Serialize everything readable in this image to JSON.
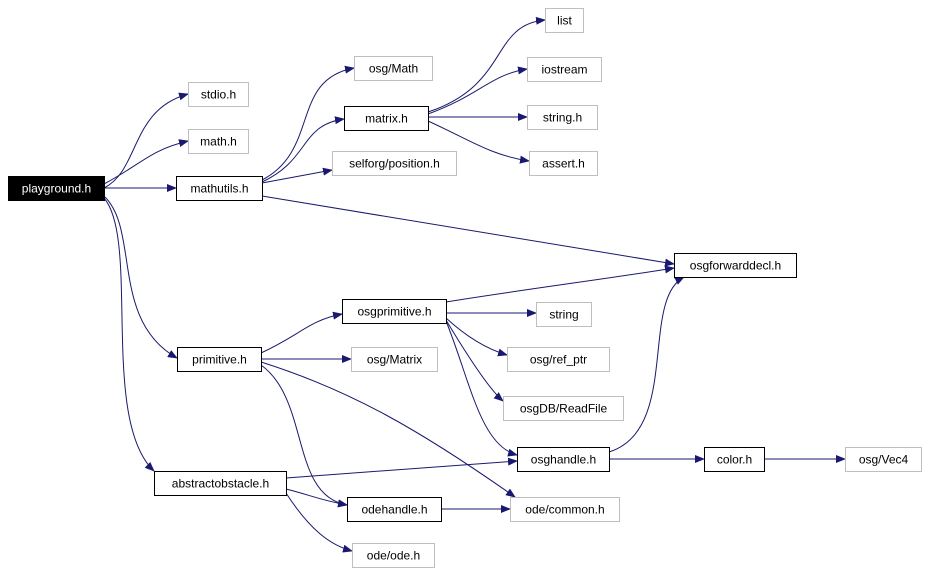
{
  "graph": {
    "colors": {
      "edge": "#191970",
      "node_border": "#000000",
      "external_border": "#bfbfbf",
      "root_fill": "#000000",
      "root_text": "#ffffff",
      "text": "#000000",
      "background": "#ffffff"
    },
    "nodes": [
      {
        "id": "playground",
        "label": "playground.h",
        "kind": "root"
      },
      {
        "id": "stdio",
        "label": "stdio.h",
        "kind": "external"
      },
      {
        "id": "math",
        "label": "math.h",
        "kind": "external"
      },
      {
        "id": "mathutils",
        "label": "mathutils.h",
        "kind": "local"
      },
      {
        "id": "osgMath",
        "label": "osg/Math",
        "kind": "external"
      },
      {
        "id": "matrix",
        "label": "matrix.h",
        "kind": "local"
      },
      {
        "id": "selforgPosition",
        "label": "selforg/position.h",
        "kind": "external"
      },
      {
        "id": "list",
        "label": "list",
        "kind": "external"
      },
      {
        "id": "iostream",
        "label": "iostream",
        "kind": "external"
      },
      {
        "id": "stringh",
        "label": "string.h",
        "kind": "external"
      },
      {
        "id": "assert",
        "label": "assert.h",
        "kind": "external"
      },
      {
        "id": "osgforwarddecl",
        "label": "osgforwarddecl.h",
        "kind": "local"
      },
      {
        "id": "osgprimitive",
        "label": "osgprimitive.h",
        "kind": "local"
      },
      {
        "id": "string",
        "label": "string",
        "kind": "external"
      },
      {
        "id": "osgRefPtr",
        "label": "osg/ref_ptr",
        "kind": "external"
      },
      {
        "id": "osgDBReadFile",
        "label": "osgDB/ReadFile",
        "kind": "external"
      },
      {
        "id": "primitive",
        "label": "primitive.h",
        "kind": "local"
      },
      {
        "id": "osgMatrix",
        "label": "osg/Matrix",
        "kind": "external"
      },
      {
        "id": "osghandle",
        "label": "osghandle.h",
        "kind": "local"
      },
      {
        "id": "color",
        "label": "color.h",
        "kind": "local"
      },
      {
        "id": "osgVec4",
        "label": "osg/Vec4",
        "kind": "external"
      },
      {
        "id": "abstractobstacle",
        "label": "abstractobstacle.h",
        "kind": "local"
      },
      {
        "id": "odehandle",
        "label": "odehandle.h",
        "kind": "local"
      },
      {
        "id": "odeCommon",
        "label": "ode/common.h",
        "kind": "external"
      },
      {
        "id": "odeOde",
        "label": "ode/ode.h",
        "kind": "external"
      }
    ],
    "edges": [
      {
        "from": "playground",
        "to": "stdio"
      },
      {
        "from": "playground",
        "to": "math"
      },
      {
        "from": "playground",
        "to": "mathutils"
      },
      {
        "from": "playground",
        "to": "primitive"
      },
      {
        "from": "playground",
        "to": "abstractobstacle"
      },
      {
        "from": "mathutils",
        "to": "osgMath"
      },
      {
        "from": "mathutils",
        "to": "matrix"
      },
      {
        "from": "mathutils",
        "to": "selforgPosition"
      },
      {
        "from": "mathutils",
        "to": "osgforwarddecl"
      },
      {
        "from": "matrix",
        "to": "list"
      },
      {
        "from": "matrix",
        "to": "iostream"
      },
      {
        "from": "matrix",
        "to": "stringh"
      },
      {
        "from": "matrix",
        "to": "assert"
      },
      {
        "from": "primitive",
        "to": "osgprimitive"
      },
      {
        "from": "primitive",
        "to": "osgMatrix"
      },
      {
        "from": "primitive",
        "to": "odehandle"
      },
      {
        "from": "primitive",
        "to": "odeCommon"
      },
      {
        "from": "osgprimitive",
        "to": "osgforwarddecl"
      },
      {
        "from": "osgprimitive",
        "to": "string"
      },
      {
        "from": "osgprimitive",
        "to": "osgRefPtr"
      },
      {
        "from": "osgprimitive",
        "to": "osgDBReadFile"
      },
      {
        "from": "osgprimitive",
        "to": "osghandle"
      },
      {
        "from": "osghandle",
        "to": "osgforwarddecl"
      },
      {
        "from": "osghandle",
        "to": "color"
      },
      {
        "from": "color",
        "to": "osgVec4"
      },
      {
        "from": "abstractobstacle",
        "to": "osghandle"
      },
      {
        "from": "abstractobstacle",
        "to": "odehandle"
      },
      {
        "from": "abstractobstacle",
        "to": "odeOde"
      },
      {
        "from": "odehandle",
        "to": "odeCommon"
      }
    ]
  }
}
